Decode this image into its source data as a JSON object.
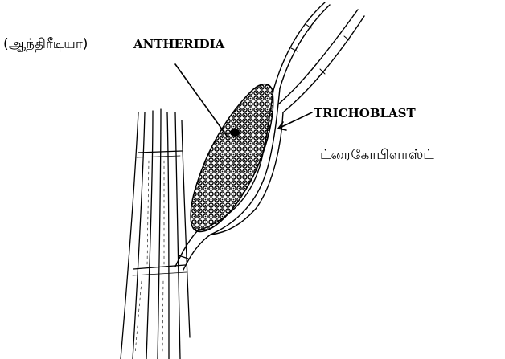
{
  "labels": {
    "antheridia": "ANTHERIDIA",
    "antheridia_tamil": "(ஆந்திரீடியா)",
    "trichoblast": "TRICHOBLAST",
    "trichoblast_tamil": "ட்ரைகோபிளாஸ்ட்"
  }
}
